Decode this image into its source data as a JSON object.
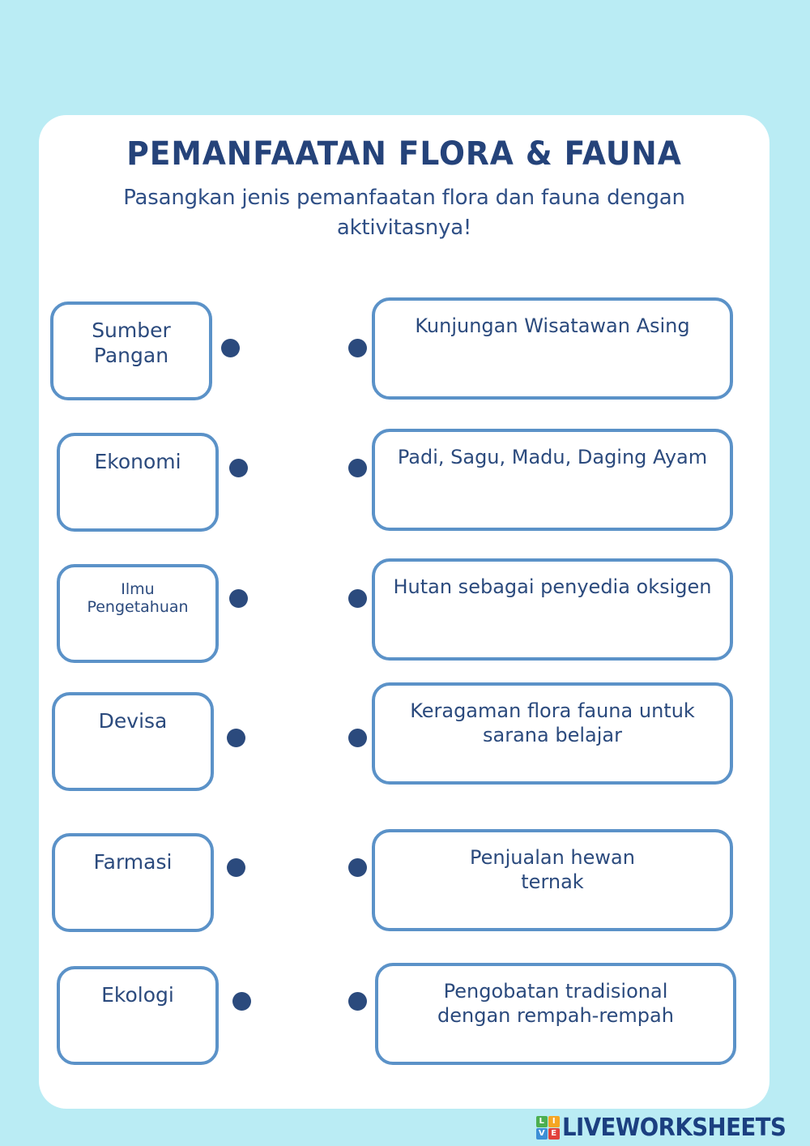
{
  "page": {
    "background_color": "#baecf4",
    "card_color": "#ffffff",
    "accent_border_color": "#5b92c8",
    "text_color": "#2b4a7d",
    "title_color": "#25437a"
  },
  "header": {
    "title": "PEMANFAATAN FLORA & FAUNA",
    "subtitle": "Pasangkan jenis pemanfaatan flora dan fauna dengan aktivitasnya!"
  },
  "left_column": {
    "items": [
      {
        "label": "Sumber\nPangan",
        "small": false
      },
      {
        "label": "Ekonomi",
        "small": false
      },
      {
        "label": "Ilmu\nPengetahuan",
        "small": true
      },
      {
        "label": "Devisa",
        "small": false
      },
      {
        "label": "Farmasi",
        "small": false
      },
      {
        "label": "Ekologi",
        "small": false
      }
    ]
  },
  "right_column": {
    "items": [
      {
        "label": "Kunjungan Wisatawan Asing"
      },
      {
        "label": "Padi, Sagu, Madu, Daging Ayam"
      },
      {
        "label": "Hutan sebagai penyedia oksigen"
      },
      {
        "label": "Keragaman flora fauna untuk\nsarana belajar"
      },
      {
        "label": "Penjualan hewan\nternak"
      },
      {
        "label": "Pengobatan tradisional\ndengan rempah-rempah"
      }
    ]
  },
  "footer": {
    "logo_letters": [
      "L",
      "I",
      "V",
      "E"
    ],
    "logo_text": "LIVEWORKSHEETS",
    "logo_colors": [
      "#4caf50",
      "#f5a623",
      "#3d8fd6",
      "#e2413c"
    ],
    "logo_text_color": "#1b3f80"
  }
}
